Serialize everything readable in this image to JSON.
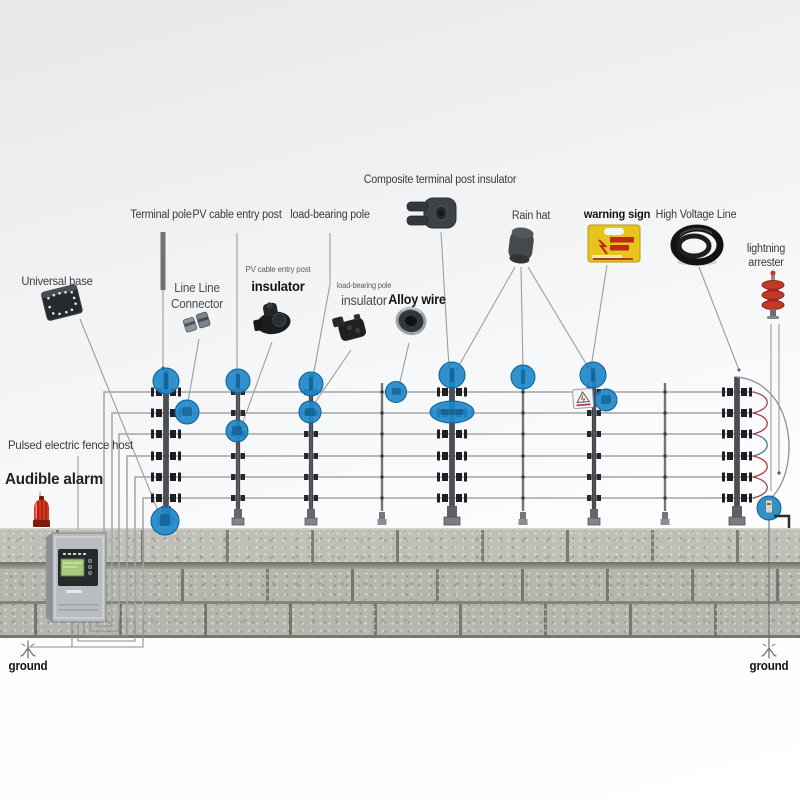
{
  "labels": {
    "terminal_pole": "Terminal pole",
    "pv_cable_entry_post": "PV cable entry post",
    "load_bearing_pole": "load-bearing pole",
    "composite_terminal_post_insulator": "Composite terminal post insulator",
    "rain_hat": "Rain hat",
    "warning_sign": "warning sign",
    "high_voltage_line": "High Voltage Line",
    "lightning_line1": "lightning",
    "lightning_line2": "arrester",
    "universal_base": "Universal base",
    "line_line_connector_line1": "Line Line",
    "line_line_connector_line2": "Connector",
    "pv_insulator_top": "PV cable entry post",
    "pv_insulator_main": "insulator",
    "lb_insulator_top": "load-bearing pole",
    "lb_insulator_main": "insulator",
    "alloy_wire": "Alloy wire",
    "pulsed_host": "Pulsed electric fence host",
    "audible_alarm": "Audible alarm",
    "ground": "ground"
  },
  "colors": {
    "insulator_highlight_blue": "#1e88c9",
    "warning_sign_yellow": "#e7c41d",
    "alarm_red": "#d8341f",
    "arrester_red": "#c2392a",
    "wall_stone_gray": "#b6b6ae"
  },
  "components": [
    "universal-base",
    "terminal-pole",
    "pv-cable-entry-post",
    "load-bearing-pole",
    "line-line-connector",
    "pv-cable-entry-post-insulator",
    "load-bearing-pole-insulator",
    "alloy-wire",
    "composite-terminal-post-insulator",
    "rain-hat",
    "warning-sign",
    "high-voltage-line",
    "lightning-arrester",
    "pulsed-electric-fence-host",
    "audible-alarm",
    "ground-rod",
    "electric-fence-wires",
    "fence-posts",
    "wall"
  ]
}
